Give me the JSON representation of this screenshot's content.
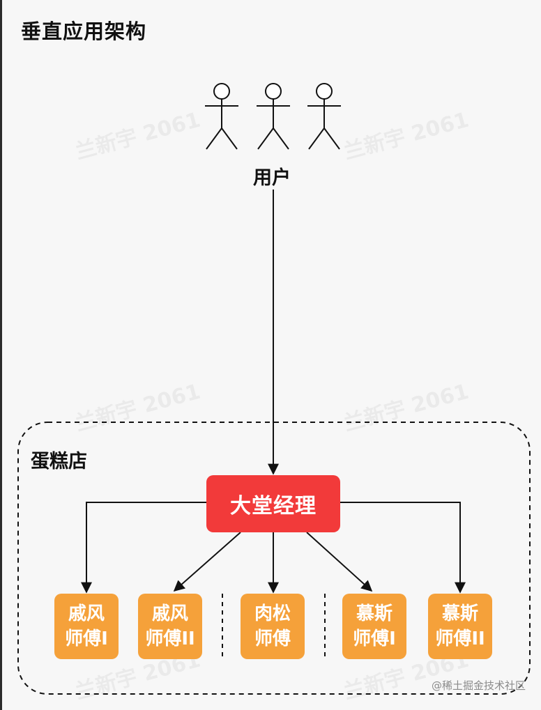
{
  "title": "垂直应用架构",
  "users": {
    "label": "用户",
    "figure_icon": "stick-figure-icon",
    "count": 3
  },
  "shop": {
    "label": "蛋糕店"
  },
  "manager": {
    "label": "大堂经理",
    "color": "#f23a3a"
  },
  "chef_color": "#f5a13a",
  "chefs": [
    {
      "line1": "戚风",
      "line2": "师傅I"
    },
    {
      "line1": "戚风",
      "line2": "师傅II"
    },
    {
      "line1": "肉松",
      "line2": "师傅"
    },
    {
      "line1": "慕斯",
      "line2": "师傅I"
    },
    {
      "line1": "慕斯",
      "line2": "师傅II"
    }
  ],
  "watermark": "兰新宇 2061",
  "credit": "@稀土掘金技术社区"
}
